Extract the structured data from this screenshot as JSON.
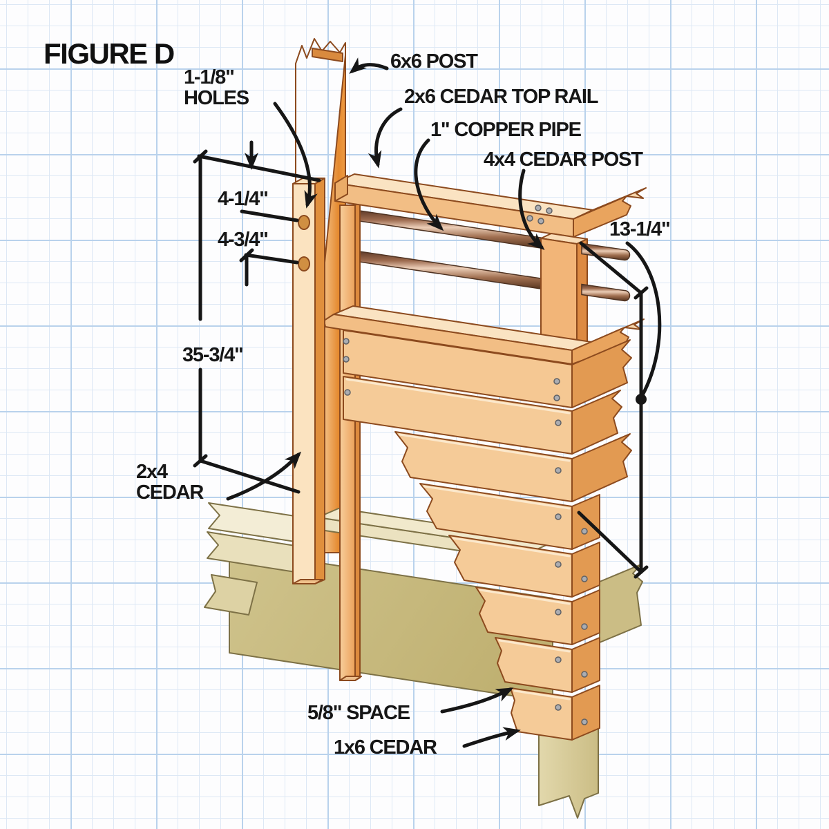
{
  "figure": {
    "title": "FIGURE D"
  },
  "labels": {
    "holes_line1": "1-1/8\"",
    "holes_line2": "HOLES",
    "post_6x6": "6x6 POST",
    "top_rail": "2x6 CEDAR TOP RAIL",
    "copper_pipe": "1\" COPPER PIPE",
    "post_4x4": "4x4 CEDAR POST",
    "cedar_2x4_line1": "2x4",
    "cedar_2x4_line2": "CEDAR",
    "space_5_8": "5/8\" SPACE",
    "cedar_1x6": "1x6 CEDAR"
  },
  "dimensions": {
    "hole_offset_top": "4-1/4\"",
    "hole_spacing": "4-3/4\"",
    "post_height": "35-3/4\"",
    "rail_opening": "13-1/4\""
  },
  "colors": {
    "paper": "#FDFDFE",
    "grid_minor": "#DDE8F5",
    "grid_major": "#B9D2EC",
    "wood_light": "#F8D9AE",
    "wood_mid": "#F2BE85",
    "wood_dark": "#E8913A",
    "olive_light": "#EFE7C6",
    "olive_mid": "#D5C992",
    "olive_dark": "#B3A469",
    "copper_dark": "#5E3A28",
    "copper_highlight": "#EBCDB6",
    "outline": "#8C4A1E",
    "annotation": "#161616",
    "nail": "#ABADB2"
  }
}
